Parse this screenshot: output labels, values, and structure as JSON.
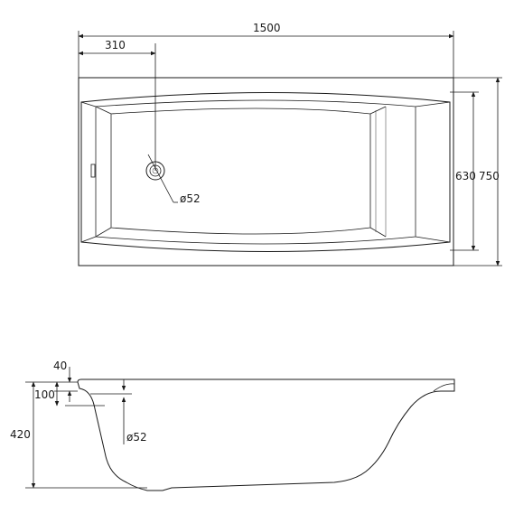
{
  "top_view": {
    "length": "1500",
    "drain_offset": "310",
    "inner_width": "630",
    "outer_width": "750",
    "drain_diameter": "ø52"
  },
  "side_view": {
    "rim_thickness": "40",
    "overflow_depth": "100",
    "height": "420",
    "overflow_diameter": "ø52"
  }
}
